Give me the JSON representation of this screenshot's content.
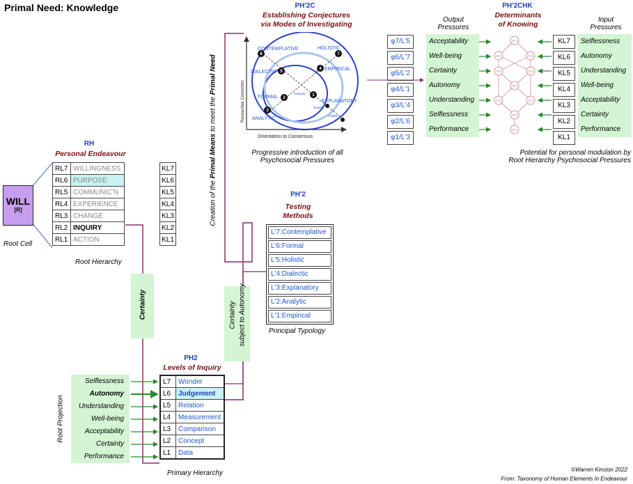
{
  "title": "Primal Need:  Knowledge",
  "root_cell": {
    "will": "WILL",
    "r": "[R]",
    "label": "Root Cell"
  },
  "rh": {
    "code": "RH",
    "name": "Personal Endeavour",
    "rows": [
      {
        "code": "RL7",
        "label": "WILLINGNESS",
        "kl": "KL7"
      },
      {
        "code": "RL6",
        "label": "PURPOSE",
        "kl": "KL6"
      },
      {
        "code": "RL5",
        "label": "COMMUNIC'N",
        "kl": "KL5"
      },
      {
        "code": "RL4",
        "label": "EXPERIENCE",
        "kl": "KL4"
      },
      {
        "code": "RL3",
        "label": "CHANGE",
        "kl": "KL3"
      },
      {
        "code": "RL2",
        "label": "INQUIRY",
        "kl": "KL2"
      },
      {
        "code": "RL1",
        "label": "ACTION",
        "kl": "KL1"
      }
    ],
    "caption": "Root Hierarchy"
  },
  "certainty": "Certainty",
  "certainty_autonomy": [
    "Certainty",
    "subject to Autonomy"
  ],
  "ph2": {
    "code": "PH2",
    "name": "Levels of Inquiry",
    "rows": [
      {
        "code": "L7",
        "label": "Wonder"
      },
      {
        "code": "L6",
        "label": "Judgement"
      },
      {
        "code": "L5",
        "label": "Relation"
      },
      {
        "code": "L4",
        "label": "Measurement"
      },
      {
        "code": "L3",
        "label": "Comparison"
      },
      {
        "code": "L2",
        "label": "Concept"
      },
      {
        "code": "L1",
        "label": "Data"
      }
    ],
    "caption": "Primary Hierarchy"
  },
  "root_projection": {
    "label": "Root Projection",
    "items": [
      "Selflessness",
      "Autonomy",
      "Understanding",
      "Well-being",
      "Acceptability",
      "Certainty",
      "Performance"
    ]
  },
  "php2": {
    "code": "PH'2",
    "name": [
      "Testing",
      "Methods"
    ],
    "rows": [
      "L'7:Contemplative",
      "L'6:Formal",
      "L'5:Holistic",
      "L'4:Dialectic",
      "L'3:Explanatory",
      "L'2:Analytic",
      "L'1:Empirical"
    ],
    "caption": "Principal Typology"
  },
  "vertical_text": [
    "Creation of the ",
    "Primal Means",
    " to meet the ",
    "Primal Need"
  ],
  "ph2c": {
    "code": "PH'2C",
    "name": [
      "Establishing Conjectures",
      "via Modes of Investigating"
    ],
    "y_axis": "Researcher Conviction",
    "x_axis": "Orientation to Consensus",
    "points": [
      {
        "n": "6",
        "label": "CONTEMPLATIVE"
      },
      {
        "n": "7",
        "label": "HOLISTIC"
      },
      {
        "n": "5",
        "label": "DIALECTIC"
      },
      {
        "n": "4",
        "label": "EMPIRICAL"
      },
      {
        "n": "2",
        "label": "FORMAL"
      },
      {
        "n": "1",
        "label": "EXPLANATORY"
      },
      {
        "n": "3",
        "label": "ANALYTIC"
      }
    ],
    "small": [
      "Purpose",
      "Novelty",
      "Futility"
    ],
    "caption": [
      "Progressive introduction of all",
      "Psychosocial Pressures"
    ]
  },
  "ph2chk": {
    "code": "PH'2CHK",
    "name": [
      "Determinants",
      "of Knowing"
    ],
    "output_header": [
      "Output",
      "Pressures"
    ],
    "input_header": [
      "Input",
      "Pressures"
    ],
    "phi": [
      "φ7/L'5",
      "φ6/L'7",
      "φ5/L'2",
      "φ4/L'1",
      "φ3/L'4",
      "φ2/L'6",
      "φ1/L'3"
    ],
    "output": [
      "Acceptability",
      "Well-being",
      "Certainty",
      "Autonomy",
      "Understanding",
      "Selflessness",
      "Performance"
    ],
    "kl": [
      "KL7",
      "KL6",
      "KL5",
      "KL4",
      "KL3",
      "KL2",
      "KL1"
    ],
    "input": [
      "Selflessness",
      "Autonomy",
      "Understanding",
      "Well-being",
      "Acceptability",
      "Certainty",
      "Performance"
    ],
    "nodes": [
      "CL7",
      "CL6",
      "CL6",
      "CL5",
      "CL5",
      "CL4",
      "CL3",
      "CL3",
      "CL2",
      "CL1"
    ],
    "caption": [
      "Potential for personal modulation by",
      "Root Hierarchy Psychosocial Pressures"
    ]
  },
  "footer": [
    "©Warren Kinston 2022",
    "From: Taxonomy of Human Elements in Endeavour"
  ],
  "colors": {
    "purple_line": "#8a2a6a",
    "green_fill": "#d3f5d3",
    "blue_text": "#1f57d6",
    "maroon": "#7b1212"
  }
}
